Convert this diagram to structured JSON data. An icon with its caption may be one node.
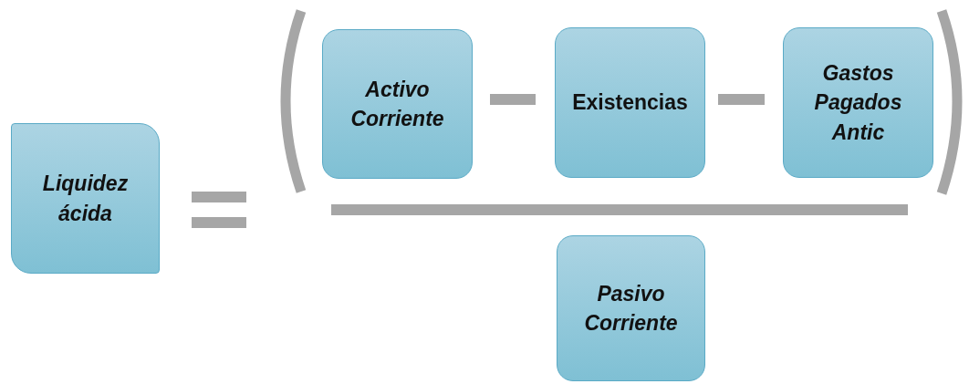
{
  "diagram": {
    "nodes": [
      {
        "text": [
          "Liquidez ácida"
        ]
      },
      {
        "text": [
          "Activo Corriente"
        ]
      },
      {
        "text": [
          "Existencias"
        ]
      },
      {
        "text": [
          "Gastos Pagados Antic"
        ]
      },
      {
        "text": [
          "Pasivo Corriente"
        ]
      }
    ]
  }
}
